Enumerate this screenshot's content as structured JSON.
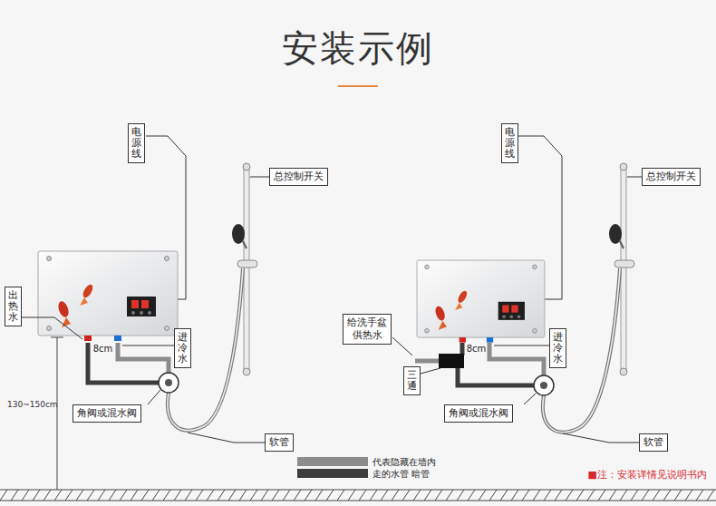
{
  "diagram": {
    "title": "安装示例",
    "nodes": [
      {
        "text": [
          "电源线"
        ]
      },
      {
        "text": [
          "总控制开关"
        ]
      },
      {
        "text": [
          "出热水"
        ]
      },
      {
        "text": [
          "进冷水"
        ]
      },
      {
        "text": [
          "角阀或混水阀"
        ]
      },
      {
        "text": [
          "软管"
        ]
      },
      {
        "text": [
          "电源线"
        ]
      },
      {
        "text": [
          "总控制开关"
        ]
      },
      {
        "text": [
          "给洗手盆供热水"
        ]
      },
      {
        "text": [
          "三通"
        ]
      },
      {
        "text": [
          "进冷水"
        ]
      },
      {
        "text": [
          "角阀或混水阀"
        ]
      },
      {
        "text": [
          "软管"
        ]
      }
    ],
    "labels": [
      "8cm",
      "130~150cm",
      "8cm",
      "■注：安装详情见说明书内"
    ],
    "legend": [
      {
        "text": "代表隐藏在墙内",
        "color": "#8c8c8c"
      },
      {
        "text": "走的水管 暗管",
        "color": "#3c3c3c"
      }
    ]
  }
}
